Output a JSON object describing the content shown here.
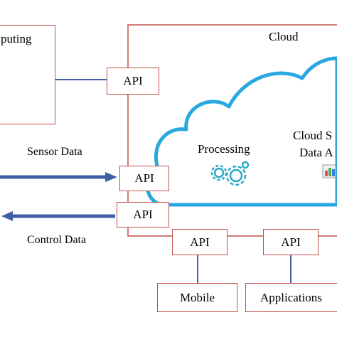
{
  "left_box": {
    "title": "puting"
  },
  "cloud": {
    "title": "Cloud",
    "processing": "Processing",
    "storage_line1": "Cloud S",
    "storage_line2": "Data A"
  },
  "arrows": {
    "sensor": "Sensor Data",
    "control": "Control Data"
  },
  "api": {
    "top": "API",
    "sensor": "API",
    "control": "API",
    "bottom_left": "API",
    "bottom_right": "API"
  },
  "clients": {
    "mobile": "Mobile",
    "applications": "Applications"
  },
  "colors": {
    "border": "#c0504d",
    "cloud_outline": "#29a8e0",
    "arrow": "#3f5fa6",
    "gear": "#2aa8c8"
  }
}
